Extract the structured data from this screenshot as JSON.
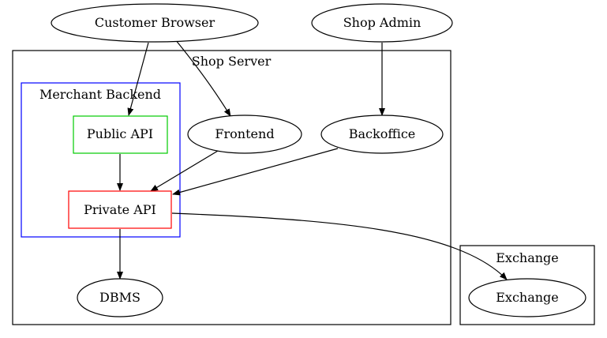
{
  "clusters": {
    "shop_server": {
      "label": "Shop Server",
      "stroke": "#000000"
    },
    "merchant_backend": {
      "label": "Merchant Backend",
      "stroke": "#0000ff"
    },
    "exchange": {
      "label": "Exchange",
      "stroke": "#000000"
    }
  },
  "nodes": {
    "customer_browser": {
      "label": "Customer Browser",
      "shape": "ellipse",
      "stroke": "#000000"
    },
    "shop_admin": {
      "label": "Shop Admin",
      "shape": "ellipse",
      "stroke": "#000000"
    },
    "public_api": {
      "label": "Public API",
      "shape": "box",
      "stroke": "#00cc00"
    },
    "private_api": {
      "label": "Private API",
      "shape": "box",
      "stroke": "#ff0000"
    },
    "frontend": {
      "label": "Frontend",
      "shape": "ellipse",
      "stroke": "#000000"
    },
    "backoffice": {
      "label": "Backoffice",
      "shape": "ellipse",
      "stroke": "#000000"
    },
    "dbms": {
      "label": "DBMS",
      "shape": "ellipse",
      "stroke": "#000000"
    },
    "exchange_node": {
      "label": "Exchange",
      "shape": "ellipse",
      "stroke": "#000000"
    }
  },
  "edges": [
    {
      "from": "Customer Browser",
      "to": "Public API"
    },
    {
      "from": "Customer Browser",
      "to": "Frontend"
    },
    {
      "from": "Shop Admin",
      "to": "Backoffice"
    },
    {
      "from": "Public API",
      "to": "Private API"
    },
    {
      "from": "Frontend",
      "to": "Private API"
    },
    {
      "from": "Backoffice",
      "to": "Private API"
    },
    {
      "from": "Private API",
      "to": "DBMS"
    },
    {
      "from": "Private API",
      "to": "Exchange"
    }
  ]
}
